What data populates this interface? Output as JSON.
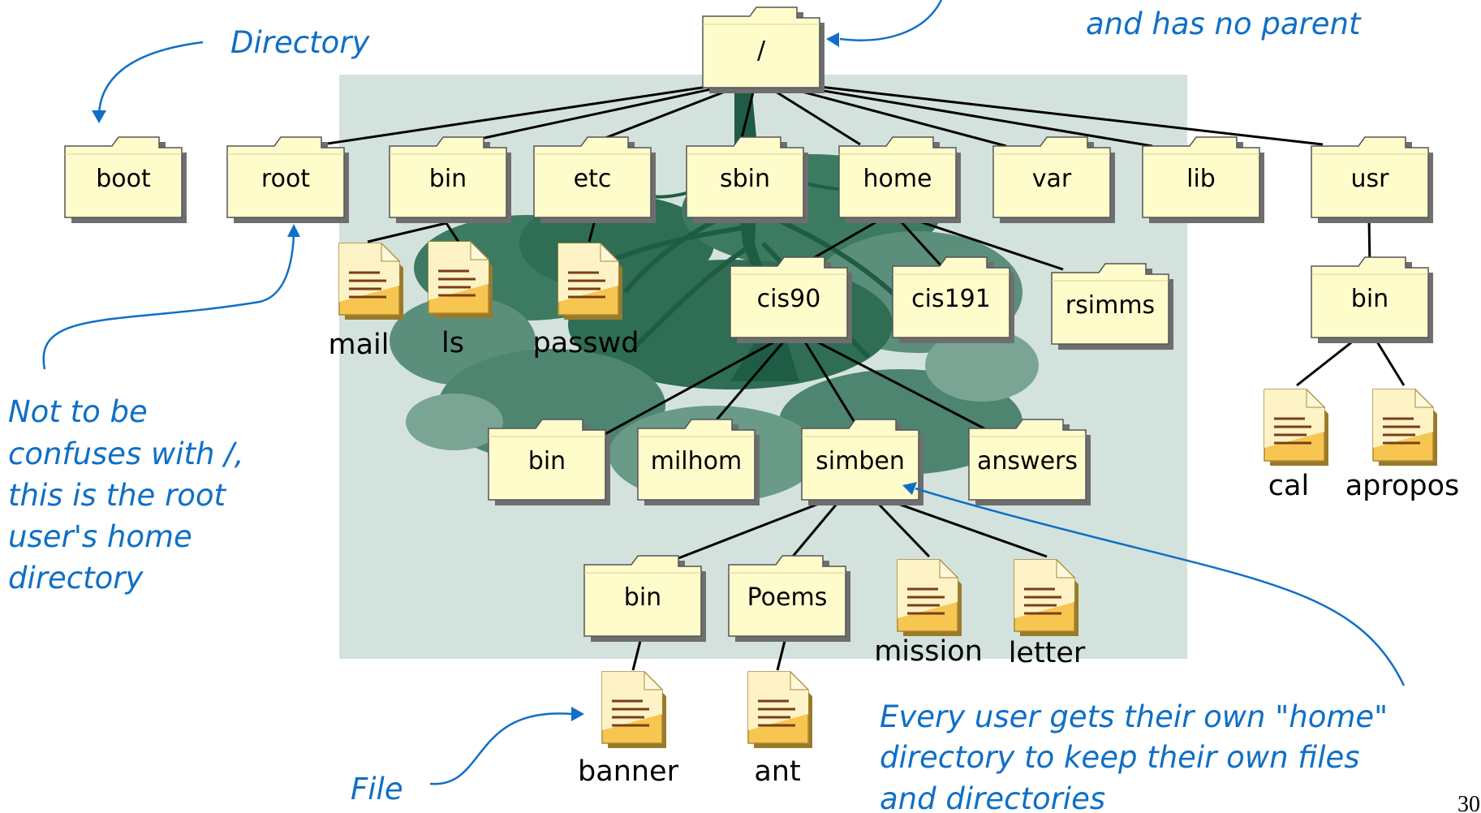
{
  "folders": {
    "root_dir": "/",
    "boot": "boot",
    "root": "root",
    "bin": "bin",
    "etc": "etc",
    "sbin": "sbin",
    "home": "home",
    "var": "var",
    "lib": "lib",
    "usr": "usr",
    "cis90": "cis90",
    "cis191": "cis191",
    "rsimms": "rsimms",
    "usr_bin": "bin",
    "cis90_bin": "bin",
    "milhom": "milhom",
    "simben": "simben",
    "answers": "answers",
    "simben_bin": "bin",
    "poems": "Poems"
  },
  "files": {
    "mail": "mail",
    "ls": "ls",
    "passwd": "passwd",
    "cal": "cal",
    "apropos": "apropos",
    "mission": "mission",
    "letter": "letter",
    "banner": "banner",
    "ant": "ant"
  },
  "annotations": {
    "directory": "Directory",
    "no_parent": "and has no parent",
    "root_note": [
      "Not to be",
      "confuses with /,",
      "this is the root",
      "user's home",
      "directory"
    ],
    "file": "File",
    "home_note": [
      "Every user gets their own \"home\"",
      "directory to keep their own files",
      "and directories"
    ]
  },
  "slide_number": "30",
  "colors": {
    "annotation": "#0f6fc6",
    "folder_fill": "#fffccc",
    "panel": "#d4e2dd",
    "tree": "#1f5c45",
    "file_fill": "#f7c650"
  },
  "icons": {
    "folder": "folder-icon",
    "file": "file-icon"
  }
}
